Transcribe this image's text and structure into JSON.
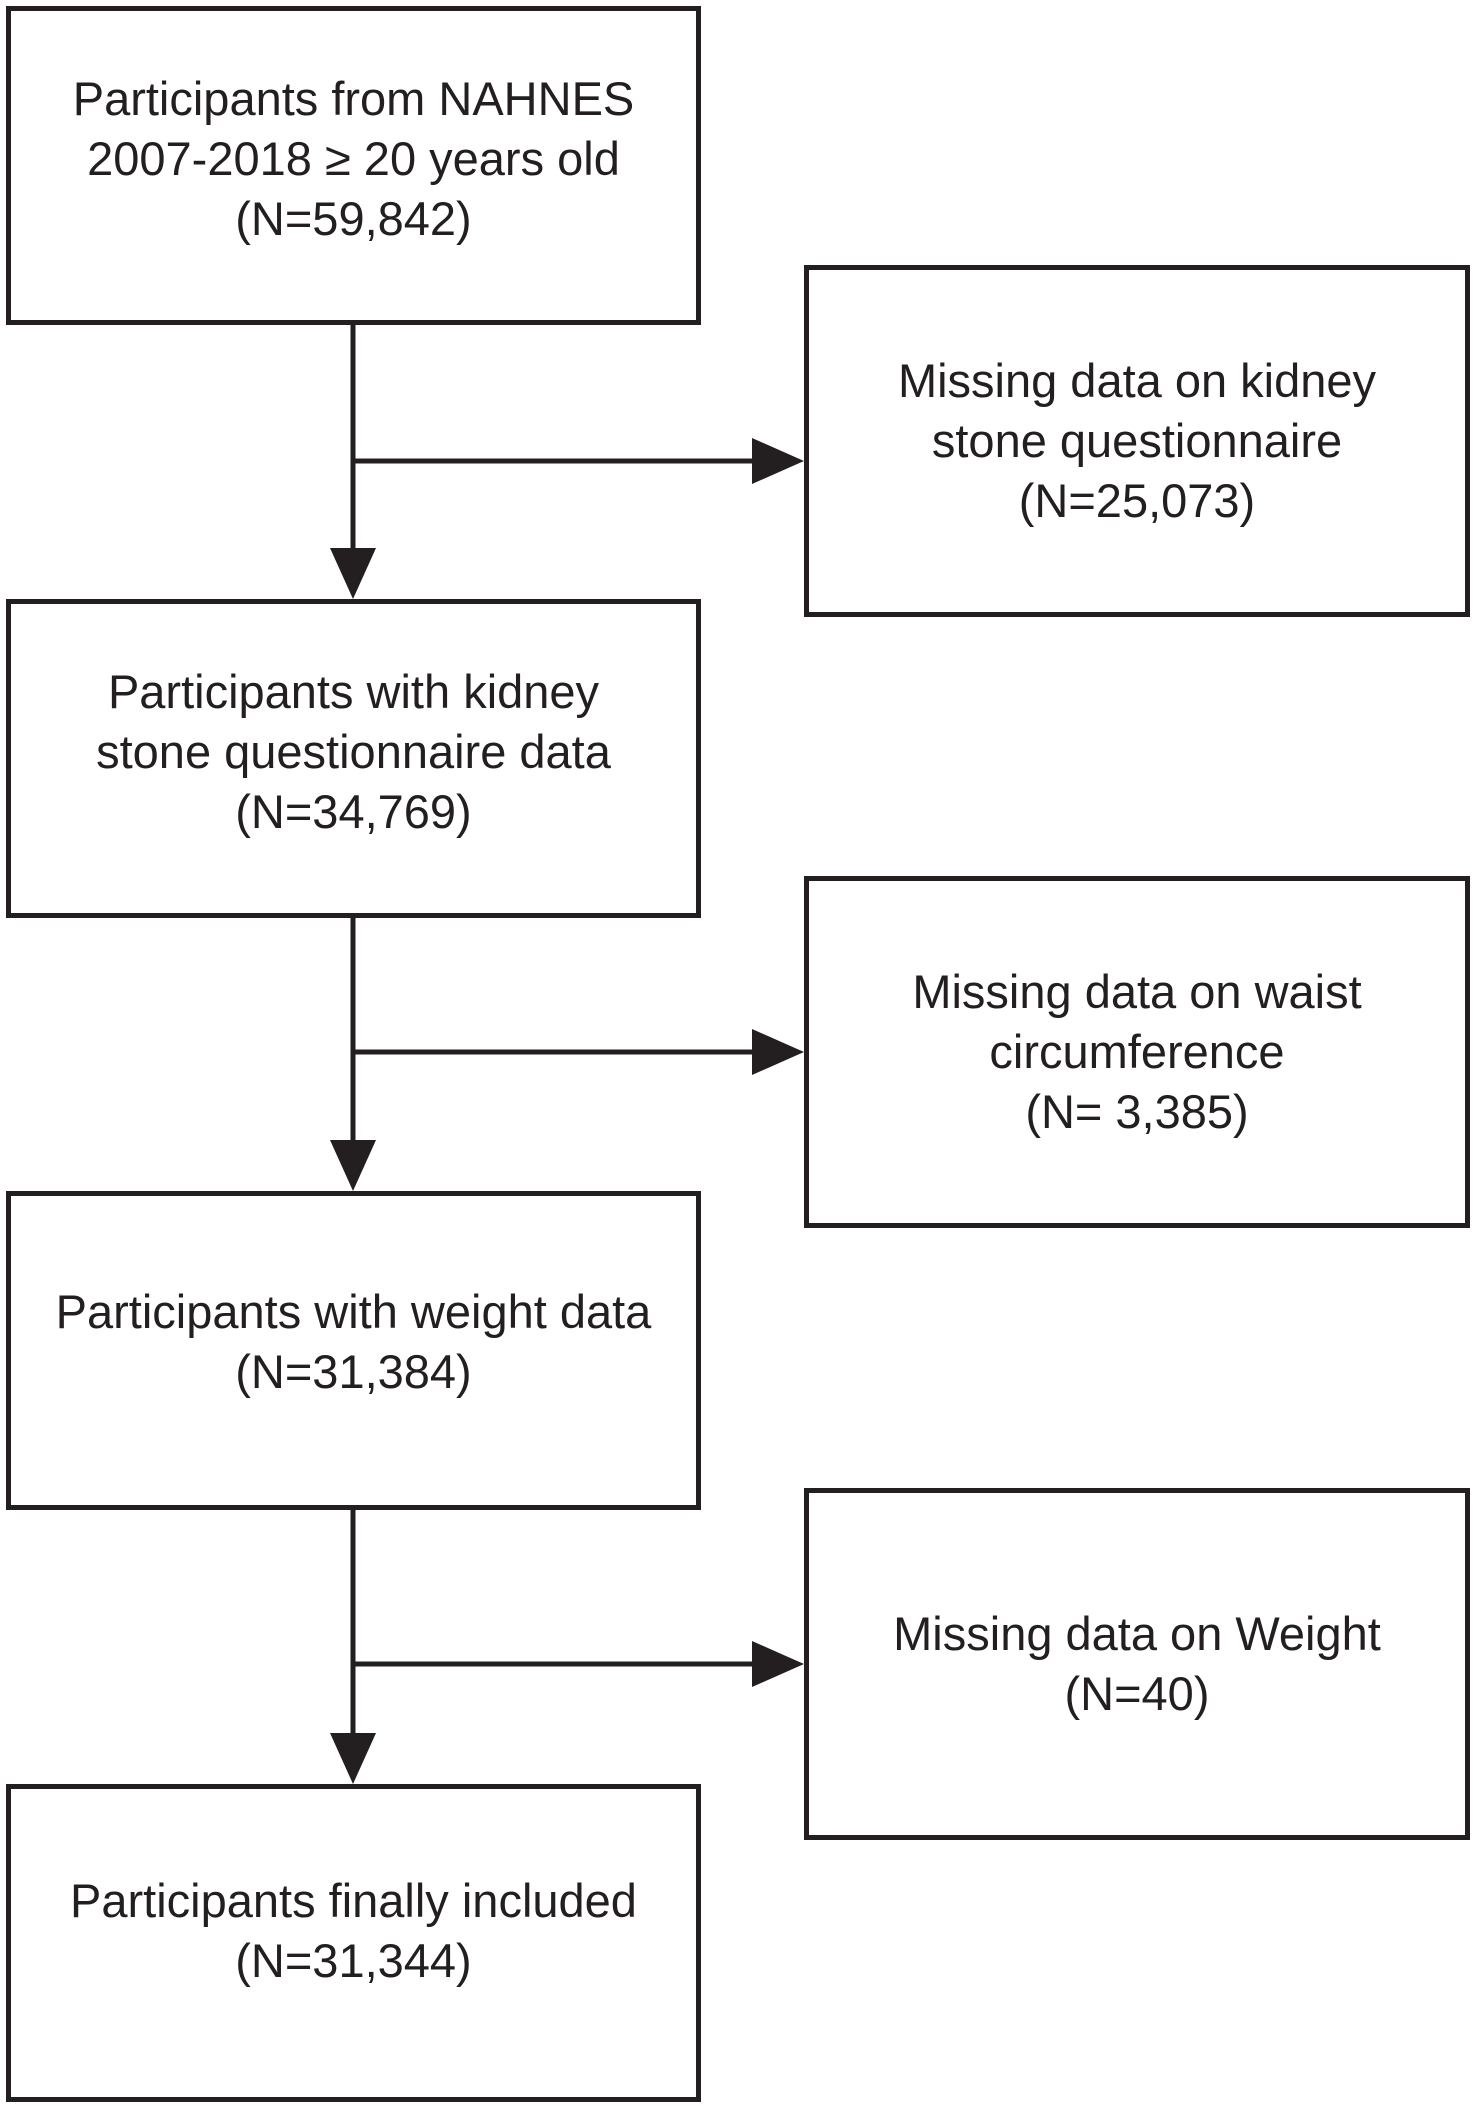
{
  "flow": {
    "main": [
      {
        "lines": [
          "Participants from NAHNES",
          "2007-2018 ≥ 20 years old",
          "(N=59,842)"
        ]
      },
      {
        "lines": [
          "Participants with kidney",
          "stone questionnaire data",
          "(N=34,769)"
        ]
      },
      {
        "lines": [
          "Participants with weight data",
          "(N=31,384)"
        ]
      },
      {
        "lines": [
          "Participants finally included",
          "(N=31,344)"
        ]
      }
    ],
    "excluded": [
      {
        "lines": [
          "Missing data on  kidney",
          "stone questionnaire",
          "(N=25,073)"
        ]
      },
      {
        "lines": [
          "Missing data on waist",
          "circumference",
          "(N= 3,385)"
        ]
      },
      {
        "lines": [
          "Missing data on Weight",
          "(N=40)"
        ]
      }
    ]
  },
  "colors": {
    "stroke": "#231f20",
    "background": "#ffffff"
  }
}
